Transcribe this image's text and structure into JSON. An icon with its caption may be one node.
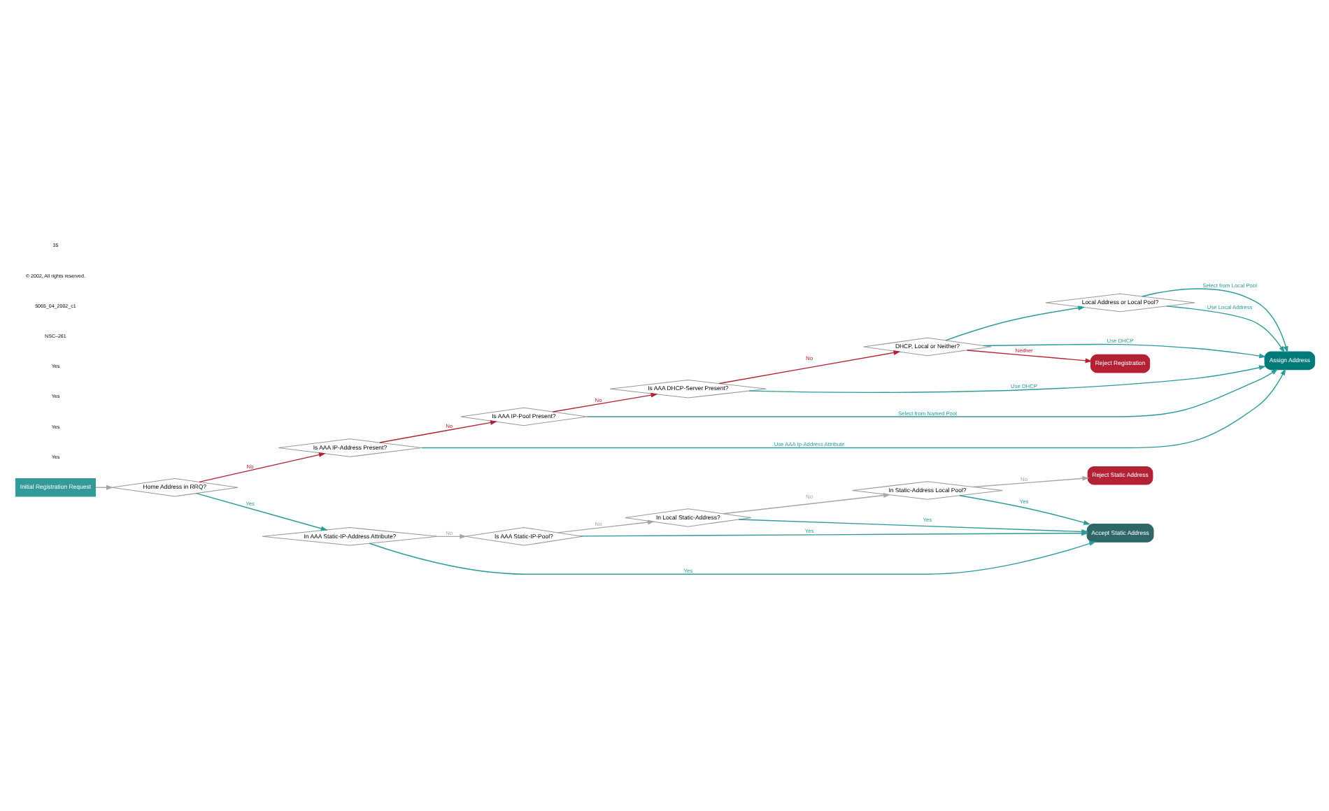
{
  "diagram": {
    "nodes": [
      {
        "text": [
          "Initial Registration Request"
        ]
      },
      {
        "text": [
          "Home Address in RRQ?"
        ]
      },
      {
        "text": [
          "Is AAA IP-Address Present?"
        ]
      },
      {
        "text": [
          "Is AAA IP-Pool Present?"
        ]
      },
      {
        "text": [
          "Is AAA DHCP-Server Present?"
        ]
      },
      {
        "text": [
          "DHCP, Local or Neither?"
        ]
      },
      {
        "text": [
          "Local Address or Local Pool?"
        ]
      },
      {
        "text": [
          "Assign Address"
        ]
      },
      {
        "text": [
          "Reject Registration"
        ]
      },
      {
        "text": [
          "In AAA Static-IP-Address Attribute?"
        ]
      },
      {
        "text": [
          "Is AAA Static-IP-Pool?"
        ]
      },
      {
        "text": [
          "In Local Static-Address?"
        ]
      },
      {
        "text": [
          "In Static-Address Local Pool?"
        ]
      },
      {
        "text": [
          "Reject Static Address"
        ]
      },
      {
        "text": [
          "Accept Static Address"
        ]
      }
    ],
    "edges": [
      {
        "from": 0,
        "to": 1,
        "arrow": "to",
        "color": "#a6a6a6"
      },
      {
        "from": 1,
        "to": 2,
        "arrow": "to",
        "label": "No",
        "color": "#b22234"
      },
      {
        "from": 1,
        "to": 9,
        "arrow": "to",
        "label": "Yes"
      },
      {
        "from": 2,
        "to": 7,
        "arrow": "to",
        "label": "Use AAA Ip-Address Attribute"
      },
      {
        "from": 2,
        "to": 3,
        "arrow": "to",
        "label": "No",
        "color": "#b22234"
      },
      {
        "from": 3,
        "to": 7,
        "arrow": "to",
        "label": "Select from Named Pool"
      },
      {
        "from": 3,
        "to": 4,
        "arrow": "to",
        "label": "No",
        "color": "#b22234"
      },
      {
        "from": 4,
        "to": 7,
        "arrow": "to",
        "label": "Use DHCP"
      },
      {
        "from": 4,
        "to": 5,
        "arrow": "to",
        "label": "No",
        "color": "#b22234"
      },
      {
        "from": 5,
        "to": 7,
        "arrow": "to",
        "label": "Use DHCP"
      },
      {
        "from": 5,
        "to": 6,
        "arrow": "to"
      },
      {
        "from": 5,
        "to": 8,
        "arrow": "to",
        "label": "Neither",
        "color": "#b22234"
      },
      {
        "from": 6,
        "to": 7,
        "arrow": "to",
        "label": "Select from Local Pool"
      },
      {
        "from": 6,
        "to": 7,
        "arrow": "to",
        "label": "Use Local Address"
      },
      {
        "from": 9,
        "to": 10,
        "arrow": "to",
        "label": "No",
        "color": "#a6a6a6"
      },
      {
        "from": 10,
        "to": 11,
        "arrow": "to",
        "label": "No",
        "color": "#a6a6a6"
      },
      {
        "from": 11,
        "to": 12,
        "arrow": "to",
        "label": "No",
        "color": "#a6a6a6"
      },
      {
        "from": 12,
        "to": 13,
        "arrow": "to",
        "label": "No",
        "color": "#a6a6a6"
      },
      {
        "from": 9,
        "to": 14,
        "arrow": "to",
        "label": "Yes"
      },
      {
        "from": 10,
        "to": 14,
        "arrow": "to",
        "label": "Yes"
      },
      {
        "from": 11,
        "to": 14,
        "arrow": "to",
        "label": "Yes"
      },
      {
        "from": 12,
        "to": 14,
        "arrow": "to",
        "label": "Yes"
      }
    ],
    "labels": [
      "Yes",
      "Yes",
      "Yes",
      "Yes",
      "NSC–261",
      "5065_04_2002_c1",
      "© 2002, All rights reserved.",
      "35"
    ]
  }
}
